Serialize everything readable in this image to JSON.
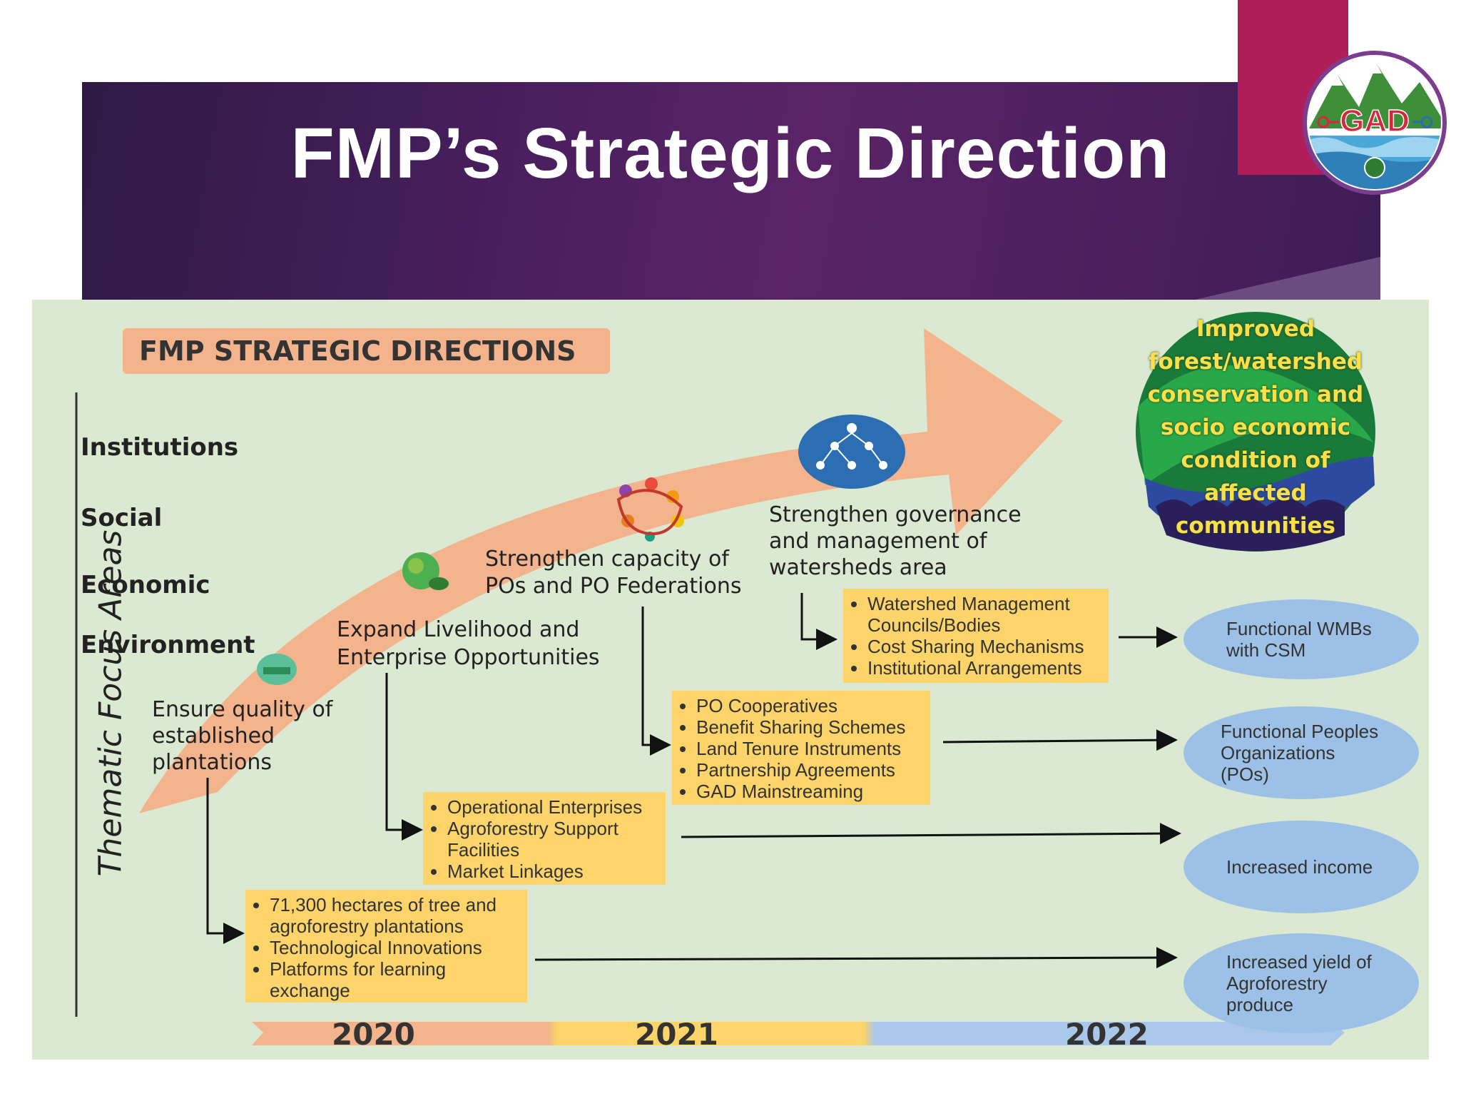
{
  "slide": {
    "title": "FMP’s Strategic Direction"
  },
  "logo": {
    "text": "GAD"
  },
  "diagram": {
    "header": "FMP STRATEGIC DIRECTIONS",
    "axis_label": "Thematic Focus Areas",
    "focus_areas": [
      "Institutions",
      "Social",
      "Economic",
      "Environment"
    ],
    "steps": [
      {
        "label_lines": [
          "Ensure quality of",
          "established",
          "plantations"
        ]
      },
      {
        "label_lines": [
          "Expand Livelihood and",
          "Enterprise Opportunities"
        ]
      },
      {
        "label_lines": [
          "Strengthen capacity of",
          "POs and PO Federations"
        ]
      },
      {
        "label_lines": [
          "Strengthen governance",
          "and management of",
          "watersheds area"
        ]
      }
    ],
    "boxes": [
      {
        "items": [
          "71,300 hectares of tree and agroforestry plantations",
          "Technological Innovations",
          "Platforms for learning exchange"
        ]
      },
      {
        "items": [
          "Operational Enterprises",
          "Agroforestry Support Facilities",
          "Market Linkages"
        ]
      },
      {
        "items": [
          "PO Cooperatives",
          "Benefit Sharing Schemes",
          "Land Tenure Instruments",
          "Partnership Agreements",
          "GAD Mainstreaming"
        ]
      },
      {
        "items": [
          "Watershed Management Councils/Bodies",
          "Cost Sharing Mechanisms",
          "Institutional Arrangements"
        ]
      }
    ],
    "outcomes": [
      {
        "lines": [
          "Functional WMBs",
          "with CSM"
        ]
      },
      {
        "lines": [
          "Functional Peoples",
          "Organizations",
          "(POs)"
        ]
      },
      {
        "lines": [
          "Increased income"
        ]
      },
      {
        "lines": [
          "Increased yield of",
          "Agroforestry",
          "produce"
        ]
      }
    ],
    "goal": {
      "lines": [
        "Improved",
        "forest/watershed",
        "conservation and",
        "socio economic",
        "condition of",
        "affected",
        "communities"
      ]
    },
    "years": [
      "2020",
      "2021",
      "2022"
    ],
    "colors": {
      "arrow": "#f3b38d",
      "box": "#fcd46a",
      "oval": "#9dc1e6",
      "background": "#dbe9d2",
      "goal_text": "#fde047"
    }
  }
}
